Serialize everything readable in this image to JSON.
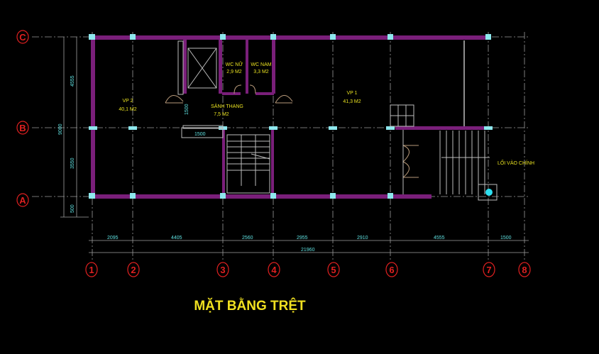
{
  "title": "MẶT BẰNG TRỆT",
  "grid_rows": [
    "C",
    "B",
    "A"
  ],
  "grid_columns": [
    "1",
    "2",
    "3",
    "4",
    "5",
    "6",
    "7",
    "8"
  ],
  "rooms": {
    "vp2_name": "VP 2",
    "vp2_area": "40,1 M2",
    "vp1_name": "VP 1",
    "vp1_area": "41,3 M2",
    "wc_nu_name": "WC NỮ",
    "wc_nu_area": "2,9 M2",
    "wc_nam_name": "WC NAM",
    "wc_nam_area": "3,3 M2",
    "sanh_name": "SẢNH THANG",
    "sanh_area": "7,5 M2",
    "entrance": "LỐI VÀO CHÍNH"
  },
  "dimensions": {
    "horizontal": [
      "2095",
      "4405",
      "2560",
      "2955",
      "2910",
      "4555",
      "1500"
    ],
    "total": "21960",
    "vertical": [
      "4555",
      "3550",
      "500"
    ],
    "vertical_total": "9000",
    "stair_width": "1500",
    "stair_height": "1500"
  },
  "colors": {
    "wall": "#7a1f7a",
    "column": "#8ee8ee",
    "bubble": "#e02020",
    "title": "#f0e020"
  }
}
